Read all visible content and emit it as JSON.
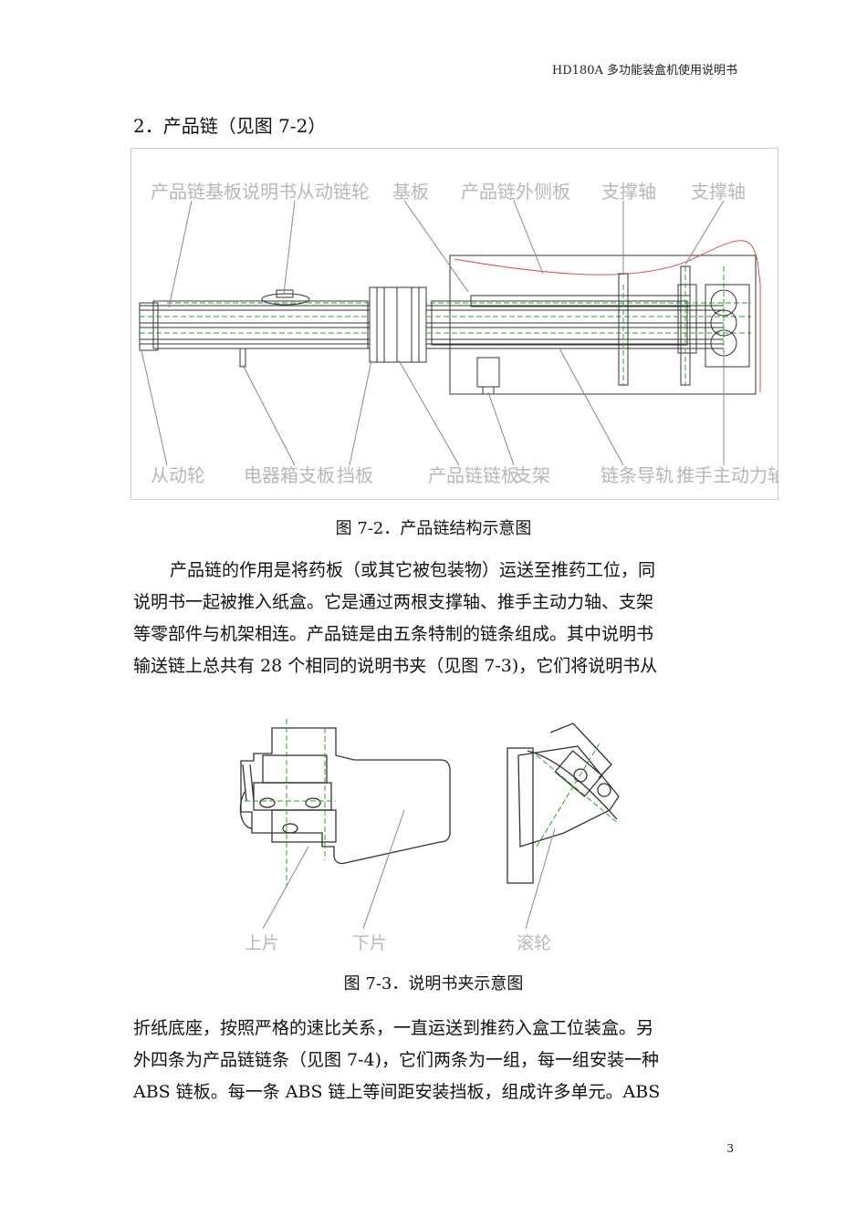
{
  "header": {
    "title": "HD180A 多功能装盒机使用说明书"
  },
  "section_title": "2．产品链（见图 7-2）",
  "figure1": {
    "labels_top": [
      "产品链基板",
      "说明书从动链轮",
      "基板",
      "产品链外侧板",
      "支撑轴",
      "支撑轴"
    ],
    "labels_bottom": [
      "从动轮",
      "电器箱支板",
      "挡板",
      "产品链链板",
      "支架",
      "链条导轨",
      "推手主动力轴"
    ],
    "caption": "图 7-2．产品链结构示意图"
  },
  "paragraph1": {
    "lines": [
      "产品链的作用是将药板（或其它被包装物）运送至推药工位，同",
      "说明书一起被推入纸盒。它是通过两根支撑轴、推手主动力轴、支架",
      "等零部件与机架相连。产品链是由五条特制的链条组成。其中说明书",
      "输送链上总共有 28 个相同的说明书夹（见图 7-3)，它们将说明书从"
    ]
  },
  "figure2": {
    "labels": [
      "上片",
      "下片",
      "滚轮"
    ],
    "caption": "图 7-3．说明书夹示意图"
  },
  "paragraph2": {
    "lines": [
      "折纸底座，按照严格的速比关系，一直运送到推药入盒工位装盒。另",
      "外四条为产品链链条（见图 7-4)，它们两条为一组，每一组安装一种",
      "ABS 链板。每一条 ABS 链上等间距安装挡板，组成许多单元。ABS"
    ]
  },
  "page_number": "3"
}
